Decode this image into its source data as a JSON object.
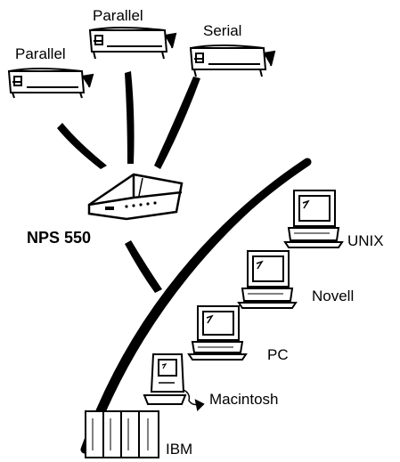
{
  "printers": [
    {
      "label": "Parallel"
    },
    {
      "label": "Parallel"
    },
    {
      "label": "Serial"
    }
  ],
  "server": {
    "label": "NPS 550"
  },
  "hosts": [
    {
      "label": "UNIX",
      "type": "workstation"
    },
    {
      "label": "Novell",
      "type": "workstation"
    },
    {
      "label": "PC",
      "type": "desktop"
    },
    {
      "label": "Macintosh",
      "type": "compact-mac"
    },
    {
      "label": "IBM",
      "type": "mainframe"
    }
  ],
  "colors": {
    "ink": "#000000",
    "paper": "#ffffff"
  }
}
